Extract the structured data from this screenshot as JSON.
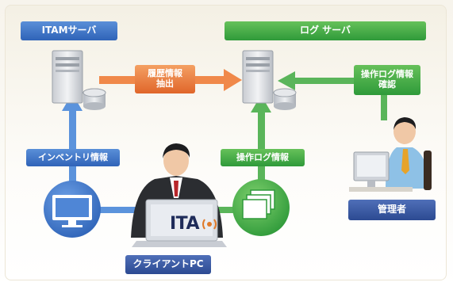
{
  "nodes": {
    "itam_server": "ITAMサーバ",
    "log_server": "ログ サーバ",
    "client_pc": "クライアントPC",
    "admin": "管理者"
  },
  "flows": {
    "history_extract": "履歴情報\n抽出",
    "oplog_confirm": "操作ログ情報\n確認",
    "inventory": "インベントリ情報",
    "oplog": "操作ログ情報"
  },
  "brand_text": "ITA",
  "colors": {
    "blue": "#2f63b8",
    "navy": "#2c4a92",
    "green": "#2f9a3a",
    "orange": "#e0662a"
  },
  "icons": [
    "server-icon",
    "monitor-icon",
    "document-stack-icon",
    "person-icon",
    "laptop-icon",
    "signal-icon"
  ]
}
